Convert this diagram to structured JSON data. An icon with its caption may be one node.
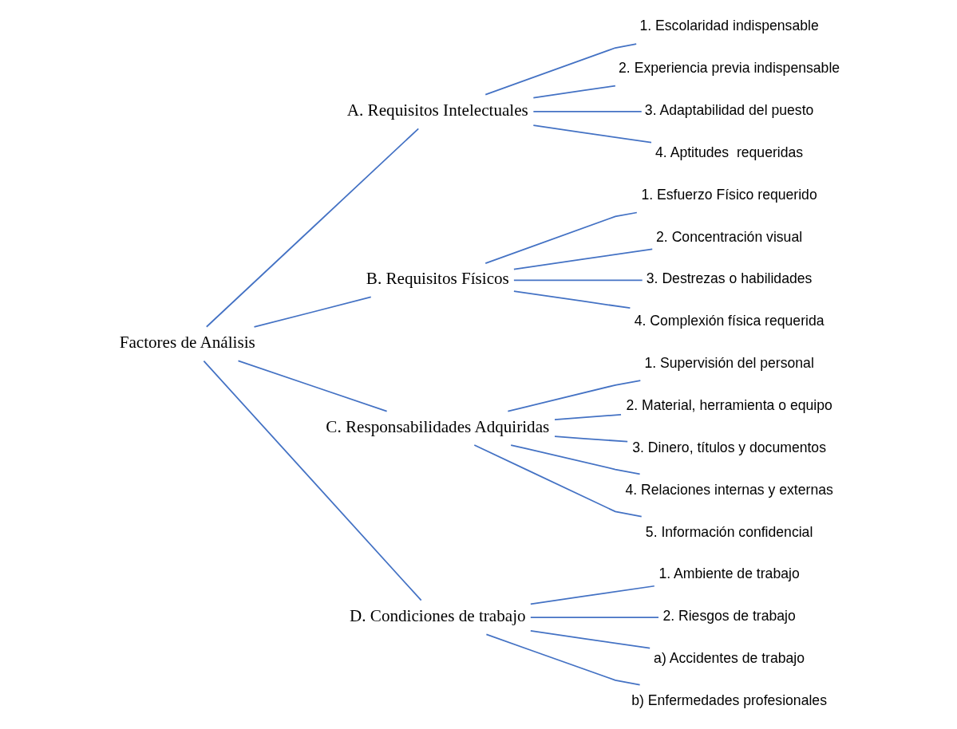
{
  "diagram": {
    "nodes": [
      {
        "text": [
          "Factores de Análisis"
        ]
      },
      {
        "text": [
          "A. Requisitos Intelectuales"
        ]
      },
      {
        "text": [
          "1. Escolaridad indispensable"
        ]
      },
      {
        "text": [
          "2. Experiencia previa indispensable"
        ]
      },
      {
        "text": [
          "3. Adaptabilidad del puesto"
        ]
      },
      {
        "text": [
          "4. Aptitudes  requeridas"
        ]
      },
      {
        "text": [
          "B. Requisitos Físicos"
        ]
      },
      {
        "text": [
          "1. Esfuerzo Físico requerido"
        ]
      },
      {
        "text": [
          "2. Concentración visual"
        ]
      },
      {
        "text": [
          "3. Destrezas o habilidades"
        ]
      },
      {
        "text": [
          "4. Complexión física requerida"
        ]
      },
      {
        "text": [
          "C. Responsabilidades Adquiridas"
        ]
      },
      {
        "text": [
          "1. Supervisión del personal"
        ]
      },
      {
        "text": [
          "2. Material, herramienta o equipo"
        ]
      },
      {
        "text": [
          "3. Dinero, títulos y documentos"
        ]
      },
      {
        "text": [
          "4. Relaciones internas y externas"
        ]
      },
      {
        "text": [
          "5. Información confidencial"
        ]
      },
      {
        "text": [
          "D. Condiciones de trabajo"
        ]
      },
      {
        "text": [
          "1. Ambiente de trabajo"
        ]
      },
      {
        "text": [
          "2. Riesgos de trabajo"
        ]
      },
      {
        "text": [
          "a) Accidentes de trabajo"
        ]
      },
      {
        "text": [
          "b) Enfermedades profesionales"
        ]
      }
    ],
    "edges": [
      {
        "from": 0,
        "to": 1,
        "arrow": "none"
      },
      {
        "from": 0,
        "to": 6,
        "arrow": "none"
      },
      {
        "from": 0,
        "to": 11,
        "arrow": "none"
      },
      {
        "from": 0,
        "to": 17,
        "arrow": "none"
      },
      {
        "from": 1,
        "to": 2,
        "arrow": "none"
      },
      {
        "from": 1,
        "to": 3,
        "arrow": "none"
      },
      {
        "from": 1,
        "to": 4,
        "arrow": "none"
      },
      {
        "from": 1,
        "to": 5,
        "arrow": "none"
      },
      {
        "from": 6,
        "to": 7,
        "arrow": "none"
      },
      {
        "from": 6,
        "to": 8,
        "arrow": "none"
      },
      {
        "from": 6,
        "to": 9,
        "arrow": "none"
      },
      {
        "from": 6,
        "to": 10,
        "arrow": "none"
      },
      {
        "from": 11,
        "to": 12,
        "arrow": "none"
      },
      {
        "from": 11,
        "to": 13,
        "arrow": "none"
      },
      {
        "from": 11,
        "to": 14,
        "arrow": "none"
      },
      {
        "from": 11,
        "to": 15,
        "arrow": "none"
      },
      {
        "from": 11,
        "to": 16,
        "arrow": "none"
      },
      {
        "from": 17,
        "to": 18,
        "arrow": "none"
      },
      {
        "from": 17,
        "to": 19,
        "arrow": "none"
      },
      {
        "from": 17,
        "to": 20,
        "arrow": "none"
      },
      {
        "from": 17,
        "to": 21,
        "arrow": "none"
      }
    ]
  }
}
